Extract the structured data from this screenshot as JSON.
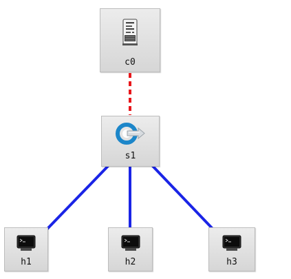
{
  "nodes": {
    "c0": {
      "label": "c0",
      "type": "controller",
      "icon": "server-icon"
    },
    "s1": {
      "label": "s1",
      "type": "switch",
      "icon": "switch-icon"
    },
    "h1": {
      "label": "h1",
      "type": "host",
      "icon": "terminal-icon"
    },
    "h2": {
      "label": "h2",
      "type": "host",
      "icon": "terminal-icon"
    },
    "h3": {
      "label": "h3",
      "type": "host",
      "icon": "terminal-icon"
    }
  },
  "links": [
    {
      "from": "c0",
      "to": "s1",
      "style": "dashed",
      "color": "#e8171b"
    },
    {
      "from": "s1",
      "to": "h1",
      "style": "solid",
      "color": "#1a24e6"
    },
    {
      "from": "s1",
      "to": "h2",
      "style": "solid",
      "color": "#1a24e6"
    },
    {
      "from": "s1",
      "to": "h3",
      "style": "solid",
      "color": "#1a24e6"
    }
  ]
}
